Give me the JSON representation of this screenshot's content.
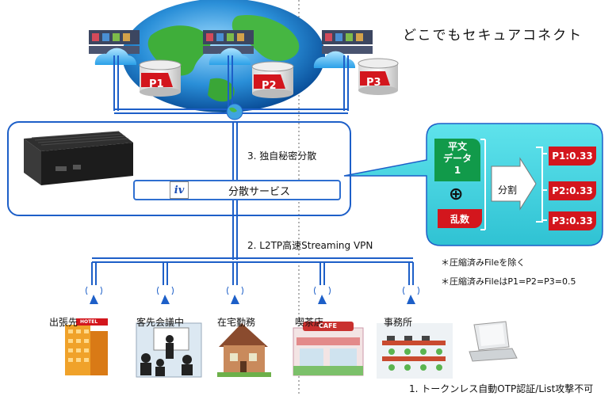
{
  "title": "どこでもセキュアコネクト",
  "storage": [
    "P1",
    "P2",
    "P3"
  ],
  "step3_label": "3. 独自秘密分散",
  "service": {
    "logo": "iv",
    "label": "分散サービス"
  },
  "step2_label": "2. L2TP高速Streaming VPN",
  "split_panel": {
    "data_card": [
      "平文",
      "データ",
      "1"
    ],
    "xor_symbol": "⊕",
    "random_label": "乱数",
    "split_label": "分割",
    "outputs": [
      "P1:0.33",
      "P2:0.33",
      "P3:0.33"
    ]
  },
  "notes": [
    "＊圧縮済みFileを除く",
    "＊圧縮済みFileはP1=P2=P3=0.5"
  ],
  "locations": [
    "出張先",
    "客先会議中",
    "在宅勤務",
    "喫茶店",
    "事務所"
  ],
  "hotel_sign": "HOTEL",
  "cafe_sign": "CAFE",
  "step1_label": "1. トークンレス自動OTP認証/List攻撃不可"
}
